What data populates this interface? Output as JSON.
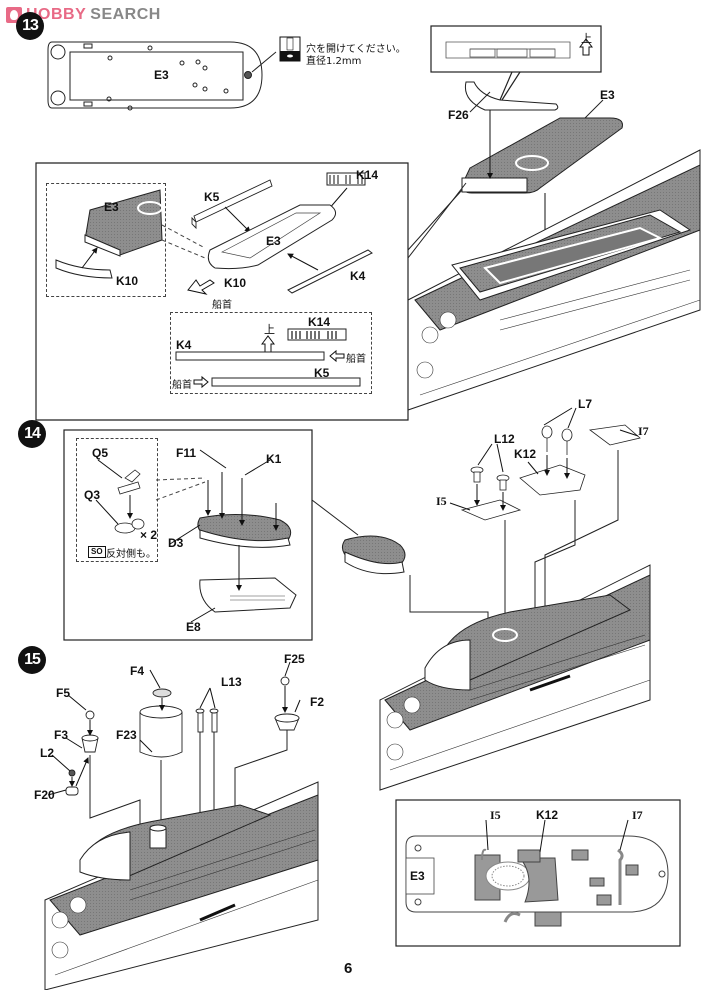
{
  "watermark": {
    "brand_a": "HOBBY",
    "brand_b": "SEARCH"
  },
  "colors": {
    "ink": "#111111",
    "deck_gray": "#8a8a8a",
    "watermark_pink": "#e86a86",
    "watermark_gray": "#888888"
  },
  "steps": {
    "s13": {
      "number": "13",
      "top_part_label": "E3",
      "drill_note_line1": "穴を開けてください。",
      "drill_note_line2": "直径1.2mm",
      "drill_icon": "drill-icon",
      "detail_inset_up_label": "上",
      "parts": {
        "f26": "F26",
        "e3": "E3"
      },
      "inset": {
        "sub_e3": "E3",
        "sub_k10": "K10",
        "k5": "K5",
        "k14": "K14",
        "e3": "E3",
        "k10": "K10",
        "k4": "K4",
        "bow_label": "船首",
        "orient_box": {
          "up_label": "上",
          "k14": "K14",
          "k4": "K4",
          "k4_dir": "船首",
          "k5": "K5",
          "k5_dir": "船首"
        }
      }
    },
    "s14": {
      "number": "14",
      "sub": {
        "q5": "Q5",
        "q3": "Q3",
        "multiplier": "× 2",
        "so_badge": "SO",
        "so_note": "反対側も。"
      },
      "parts": {
        "f11": "F11",
        "k1": "K1",
        "d3": "D3",
        "e8": "E8"
      },
      "ship_parts": {
        "l7": "L7",
        "l12": "L12",
        "k12": "K12",
        "i7": "I7",
        "i5": "I5"
      }
    },
    "s15": {
      "number": "15",
      "parts": {
        "f4": "F4",
        "l13": "L13",
        "f25": "F25",
        "f5": "F5",
        "f2": "F2",
        "f3": "F3",
        "f23": "F23",
        "l2": "L2",
        "f20": "F20"
      },
      "layout_plan": {
        "i5": "I5",
        "k12": "K12",
        "i7": "I7",
        "e3": "E3"
      }
    }
  },
  "page_number": "6"
}
